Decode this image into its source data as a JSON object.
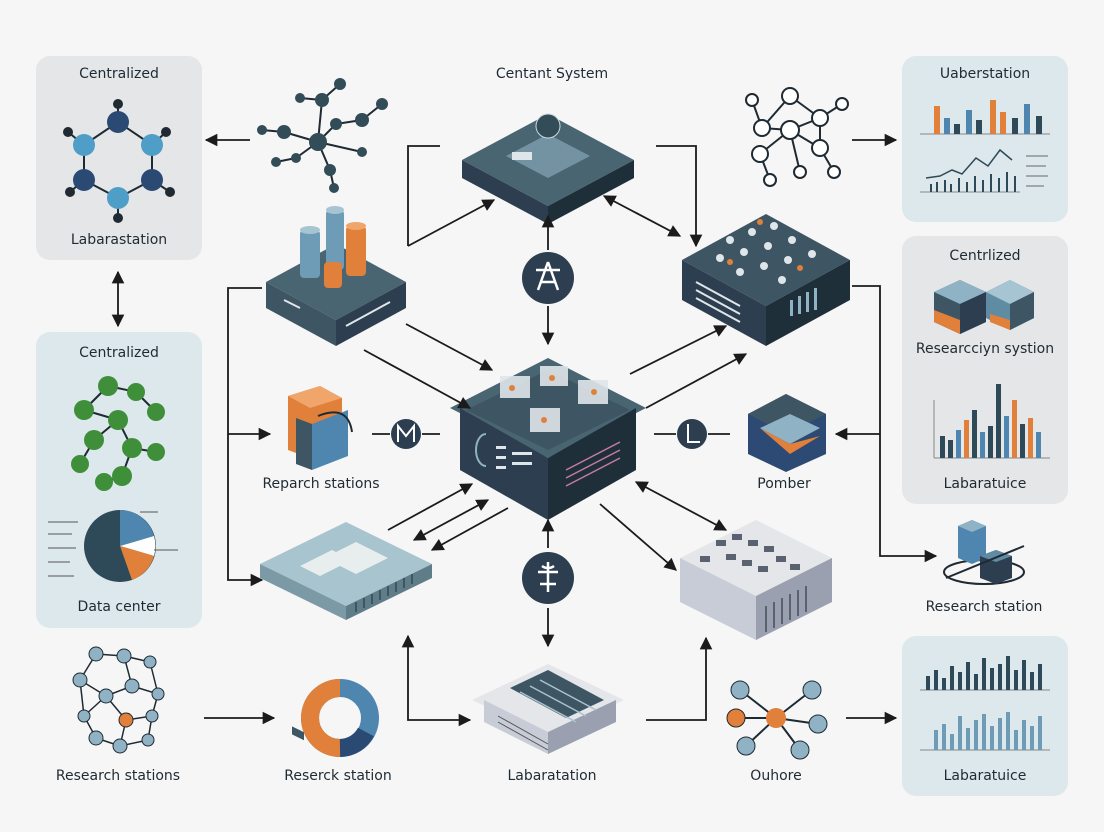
{
  "labels": {
    "top_left_panel": "Centralized",
    "top_left_panel_bottom": "Labarastation",
    "mid_left_panel": "Centralized",
    "mid_left_panel_bottom": "Data center",
    "top_center": "Centant System",
    "top_right_panel": "Uaberstation",
    "right_mid_panel_top": "Centrlized",
    "right_mid_panel_middle": "Researcciyn systion",
    "right_mid_panel_bottom": "Labaratuice",
    "research_station_right": "Research station",
    "bottom_right_panel": "Labaratuice",
    "reparch_stations": "Reparch stations",
    "pomber": "Pomber",
    "research_stations_bottom": "Research stations",
    "reserck_station": "Reserck station",
    "labaratation": "Labaratation",
    "ouhore": "Ouhore"
  },
  "colors": {
    "background": "#f6f6f6",
    "panel_gray": "#e4e6e7",
    "panel_blue": "#dde8ec",
    "navy": "#2c3e50",
    "slate": "#3e5563",
    "teal_dark": "#324d57",
    "orange": "#e0803a",
    "blue": "#4f86b0",
    "green": "#3f8f3a",
    "light_blue": "#8fb3c4",
    "arrow": "#1b1b1b"
  },
  "icons": {
    "hub_top": "beacon-icon",
    "hub_left": "m-logo-icon",
    "hub_right": "l-logo-icon",
    "hub_bottom": "signal-tower-icon"
  }
}
